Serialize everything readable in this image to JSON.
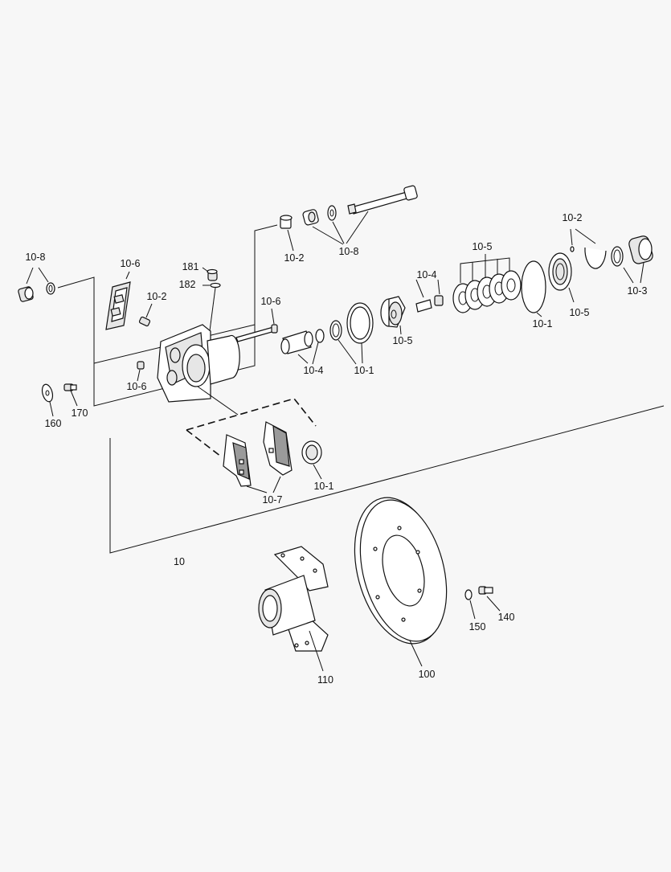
{
  "diagram": {
    "callouts": {
      "c_10_8_left": "10-8",
      "c_10_6_pads": "10-6",
      "c_181": "181",
      "c_182": "182",
      "c_10_2_screw": "10-2",
      "c_10_6_pin": "10-6",
      "c_10_2_bush": "10-2",
      "c_10_8_top": "10-8",
      "c_10_6_nut": "10-6",
      "c_160": "160",
      "c_170": "170",
      "c_10_4_pin": "10-4",
      "c_10_1_seal": "10-1",
      "c_10_5_piston": "10-5",
      "c_10_4_small": "10-4",
      "c_10_5_springs": "10-5",
      "c_10_1_oring": "10-1",
      "c_10_5_bearing": "10-5",
      "c_10_2_right": "10-2",
      "c_10_3": "10-3",
      "c_10_7": "10-7",
      "c_10_1_lower": "10-1",
      "c_10": "10",
      "c_110": "110",
      "c_100": "100",
      "c_140": "140",
      "c_150": "150"
    }
  }
}
